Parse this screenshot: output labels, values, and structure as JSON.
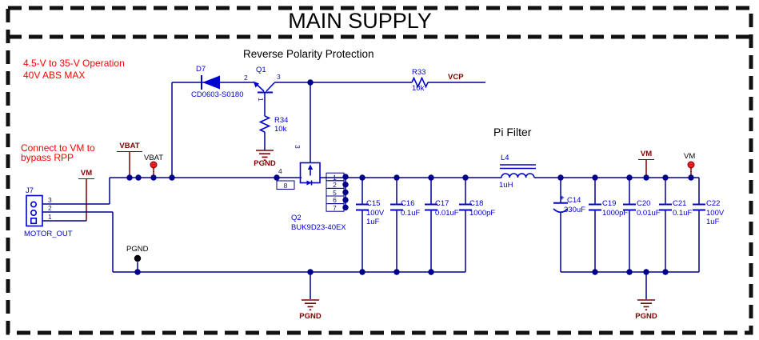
{
  "colors": {
    "wire": "#00008b",
    "symbol": "#0000d0",
    "label": "#0000cd",
    "pin": "#14147a",
    "net": "#7d0000",
    "annotation": "#ff0000",
    "tp_red": "#ed1c24"
  },
  "title": "MAIN SUPPLY",
  "sections": {
    "rpp": "Reverse Polarity Protection",
    "pi_filter": "Pi Filter"
  },
  "notes": {
    "range1": "4.5-V to 35-V Operation",
    "range2": "40V ABS MAX",
    "bypass1": "Connect to VM to",
    "bypass2": "bypass RPP"
  },
  "nets": {
    "vbat": "VBAT",
    "vm": "VM",
    "vcp": "VCP",
    "pgnd": "PGND"
  },
  "test_points": {
    "vbat": "VBAT",
    "vm": "VM",
    "pgnd": "PGND"
  },
  "components": {
    "d7": {
      "ref": "D7",
      "part": "CD0603-S0180"
    },
    "q1": {
      "ref": "Q1",
      "pin1": "1",
      "pin2": "2",
      "pin3": "3"
    },
    "q2": {
      "ref": "Q2",
      "part": "BUK9D23-40EX",
      "gate_pin": "3",
      "pin4": "4",
      "pin8": "8",
      "out_pins": [
        "1",
        "2",
        "5",
        "6",
        "7"
      ]
    },
    "r33": {
      "ref": "R33",
      "value": "10k"
    },
    "r34": {
      "ref": "R34",
      "value": "10k"
    },
    "l4": {
      "ref": "L4",
      "value": "1uH"
    },
    "j7": {
      "ref": "J7",
      "net": "MOTOR_OUT",
      "pins": [
        "3",
        "2",
        "1"
      ]
    }
  },
  "capacitors": [
    {
      "ref": "C15",
      "line2": "100V",
      "line3": "1uF"
    },
    {
      "ref": "C16",
      "line2": "0.1uF"
    },
    {
      "ref": "C17",
      "line2": "0.01uF"
    },
    {
      "ref": "C18",
      "line2": "1000pF"
    },
    {
      "ref": "C14",
      "plus": "+",
      "line2": "330uF"
    },
    {
      "ref": "C19",
      "line2": "1000pF"
    },
    {
      "ref": "C20",
      "line2": "0.01uF"
    },
    {
      "ref": "C21",
      "line2": "0.1uF"
    },
    {
      "ref": "C22",
      "line2": "100V",
      "line3": "1uF"
    }
  ]
}
